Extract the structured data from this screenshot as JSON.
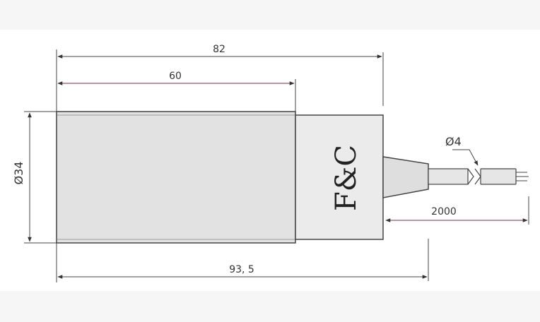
{
  "dimensions": {
    "total_length": "82",
    "body_length": "60",
    "diameter": "Ø34",
    "cable_diameter": "Ø4",
    "cable_length": "2000",
    "overall_length": "93, 5"
  },
  "logo_text": "F&C",
  "colors": {
    "line": "#444444",
    "accent_line": "#7a2a4a",
    "body_fill": "#e2e2e2",
    "head_fill": "#ebebeb"
  }
}
